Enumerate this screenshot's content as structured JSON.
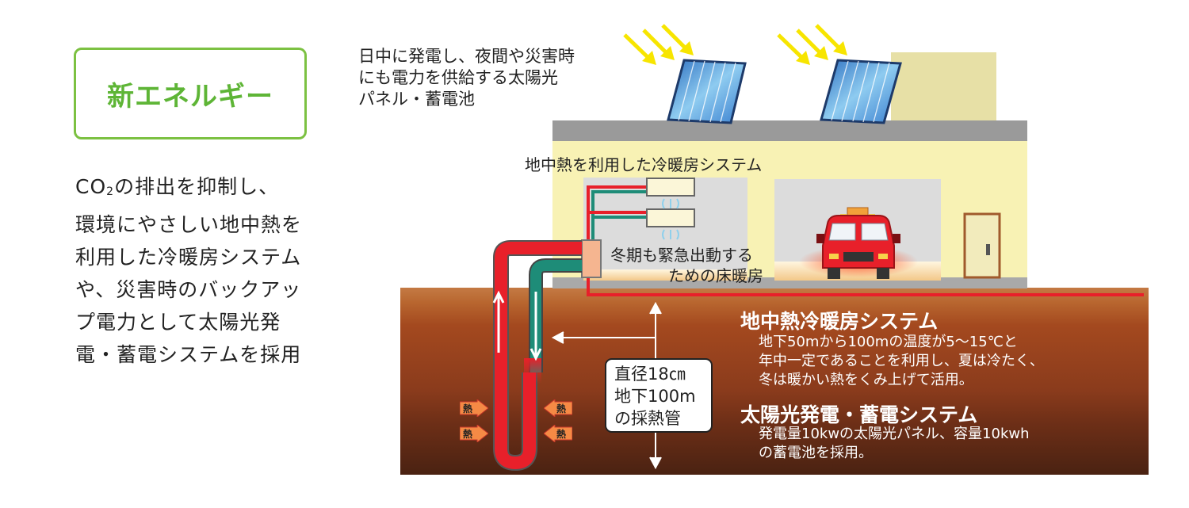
{
  "title": "新エネルギー",
  "description": {
    "lines": [
      {
        "pre": "CO",
        "sub": "2",
        "post": "の排出を抑制し、"
      },
      {
        "text": "環境にやさしい地中熱を"
      },
      {
        "text": "利用した冷暖房システム"
      },
      {
        "text": "や、災害時のバックアッ"
      },
      {
        "text": "プ電力として太陽光発"
      },
      {
        "text": "電・蓄電システムを採用"
      }
    ]
  },
  "solar_note": [
    "日中に発電し、夜間や災害時",
    "にも電力を供給する太陽光",
    "パネル・蓄電池"
  ],
  "labels": {
    "geothermal_system": "地中熱を利用した冷暖房システム",
    "floor_heating_1": "冬期も緊急出動する",
    "floor_heating_2": "ための床暖房"
  },
  "pipe_info": [
    "直径18㎝",
    "地下100m",
    "の採熱管"
  ],
  "heat_label": "熱",
  "geothermal": {
    "title": "地中熱冷暖房システム",
    "lines": [
      "地下50mから100mの温度が5～15℃と",
      "年中一定であることを利用し、夏は冷たく、",
      "冬は暖かい熱をくみ上げて活用。"
    ]
  },
  "solar": {
    "title": "太陽光発電・蓄電システム",
    "lines": [
      "発電量10kwの太陽光パネル、容量10kwh",
      "の蓄電池を採用。"
    ]
  },
  "colors": {
    "accent_green": "#5eb536",
    "building_wall": "#f8f2b4",
    "roof": "#999999",
    "hot_pipe": "#e8202a",
    "cold_pipe": "#1e8c78",
    "sun_arrow": "#f7e500",
    "fire_truck": "#e8202a"
  }
}
